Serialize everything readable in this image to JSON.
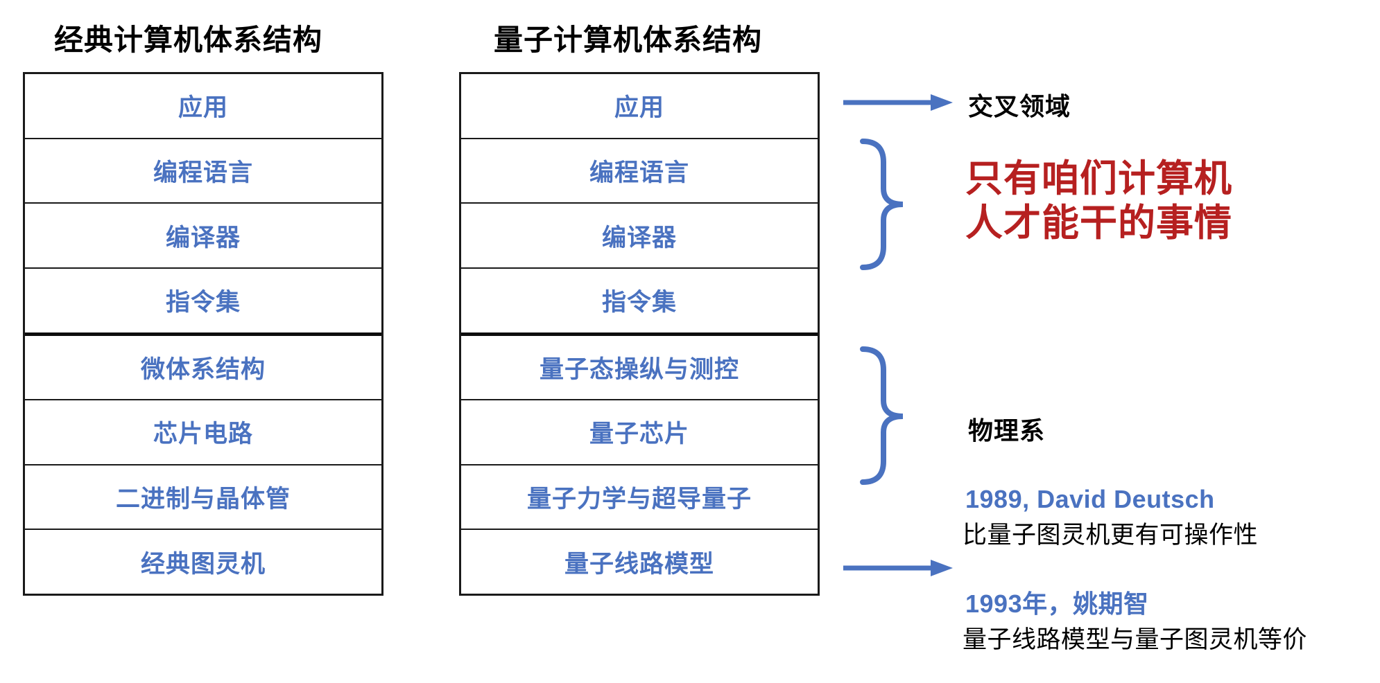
{
  "columns": {
    "classic": {
      "title": "经典计算机体系结构",
      "layers": [
        "应用",
        "编程语言",
        "编译器",
        "指令集",
        "微体系结构",
        "芯片电路",
        "二进制与晶体管",
        "经典图灵机"
      ]
    },
    "quantum": {
      "title": "量子计算机体系结构",
      "layers": [
        "应用",
        "编程语言",
        "编译器",
        "指令集",
        "量子态操纵与测控",
        "量子芯片",
        "量子力学与超导量子",
        "量子线路模型"
      ]
    }
  },
  "annotations": {
    "cross_domain": "交叉领域",
    "red_line1": "只有咱们计算机",
    "red_line2": "人才能干的事情",
    "physics_dept": "物理系",
    "date_1989": "1989, David Deutsch",
    "desc_1989": "比量子图灵机更有可操作性",
    "date_1993": "1993年，姚期智",
    "desc_1993": "量子线路模型与量子图灵机等价"
  },
  "colors": {
    "layer_text_blue": "#4a72c0",
    "accent_red": "#b62020",
    "box_border": "#1a1a1a",
    "arrow_blue": "#4a72c0",
    "background": "#ffffff"
  }
}
